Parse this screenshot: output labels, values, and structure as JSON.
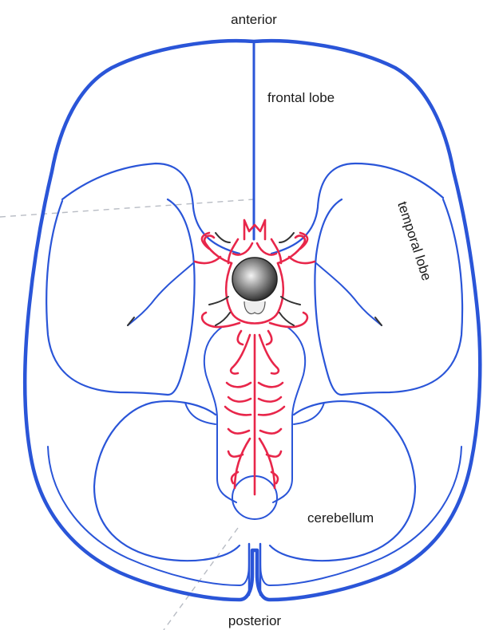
{
  "labels": {
    "anterior": "anterior",
    "frontal_lobe": "frontal lobe",
    "temporal_lobe": "temporal lobe",
    "cerebellum": "cerebellum",
    "posterior": "posterior"
  },
  "colors": {
    "brain_outline": "#2a55d8",
    "arteries": "#e8264a",
    "cranial_nerves": "#333333",
    "pituitary": "#555555",
    "guide_lines": "#b8bcc4"
  }
}
